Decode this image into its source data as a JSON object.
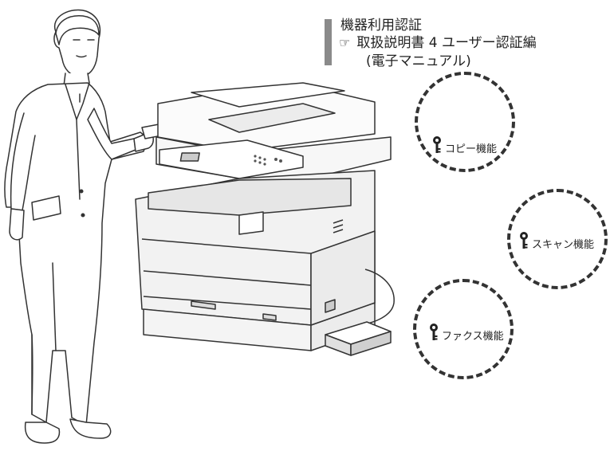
{
  "heading": {
    "title": "機器利用認証",
    "ref_icon": "hand-pointing-icon",
    "ref_text": "取扱説明書 4 ユーザー認証編",
    "ref_sub": "(電子マニュアル)"
  },
  "functions": [
    {
      "label": "コピー機能",
      "icon": "key-icon"
    },
    {
      "label": "スキャン機能",
      "icon": "key-icon"
    },
    {
      "label": "ファクス機能",
      "icon": "key-icon"
    }
  ],
  "colors": {
    "line": "#333333",
    "gray": "#8a8a8a",
    "machine_fill": "#f4f4f4"
  }
}
